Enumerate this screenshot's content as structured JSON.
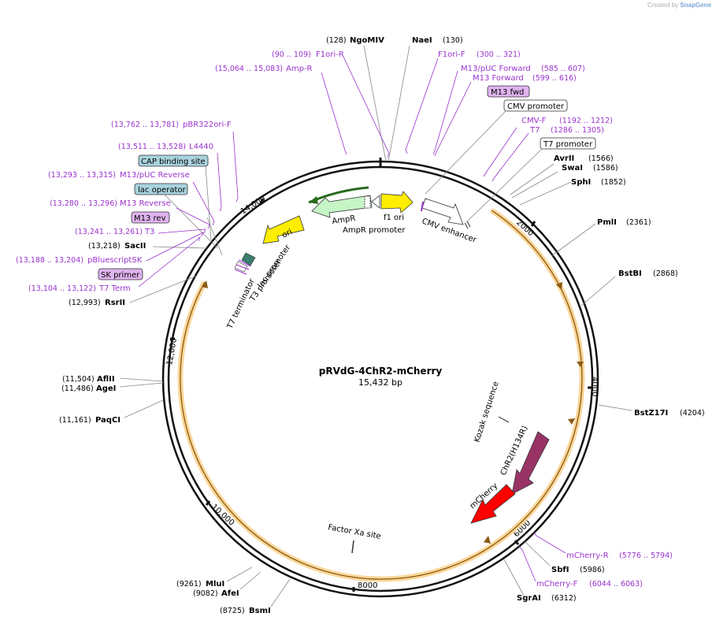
{
  "credit": {
    "created_by": "Created by",
    "brand": "SnapGene"
  },
  "plasmid": {
    "name": "pRVdG-4ChR2-mCherry",
    "size": "15,432 bp"
  },
  "colors": {
    "primer": "#9933cc",
    "enzyme": "#222222",
    "orf": "#f5a623",
    "ampr": "#c6f5c6",
    "ori": "#ffee00",
    "chr2": "#993366",
    "mcherry": "#ff0000",
    "lac_operator": "#a9d3df",
    "cap_site": "#a9d3df",
    "m13_box": "#e0b3f0"
  },
  "ticks": [
    "2000",
    "4000",
    "6000",
    "8000",
    "10,000",
    "12,000",
    "14,000"
  ],
  "sites": [
    {
      "id": "ngomiv",
      "pos": "(128)",
      "name": "NgoMIV"
    },
    {
      "id": "naei",
      "pos": "(130)",
      "name": "NaeI"
    },
    {
      "id": "avrii",
      "pos": "(1566)",
      "name": "AvrII"
    },
    {
      "id": "swai",
      "pos": "(1586)",
      "name": "SwaI"
    },
    {
      "id": "sphi",
      "pos": "(1852)",
      "name": "SphI"
    },
    {
      "id": "pmli",
      "pos": "(2361)",
      "name": "PmlI"
    },
    {
      "id": "bstbi",
      "pos": "(2868)",
      "name": "BstBI"
    },
    {
      "id": "bstz17i",
      "pos": "(4204)",
      "name": "BstZ17I"
    },
    {
      "id": "sbfi",
      "pos": "(5986)",
      "name": "SbfI"
    },
    {
      "id": "sgrai",
      "pos": "(6312)",
      "name": "SgrAI"
    },
    {
      "id": "bsmi",
      "pos": "(8725)",
      "name": "BsmI"
    },
    {
      "id": "afei",
      "pos": "(9082)",
      "name": "AfeI"
    },
    {
      "id": "mlui",
      "pos": "(9261)",
      "name": "MluI"
    },
    {
      "id": "paqci",
      "pos": "(11,161)",
      "name": "PaqCI"
    },
    {
      "id": "agei",
      "pos": "(11,486)",
      "name": "AgeI"
    },
    {
      "id": "aflii",
      "pos": "(11,504)",
      "name": "AflII"
    },
    {
      "id": "rsrii",
      "pos": "(12,993)",
      "name": "RsrII"
    },
    {
      "id": "sacii",
      "pos": "(13,218)",
      "name": "SacII"
    }
  ],
  "primers": [
    {
      "id": "f1ori_r",
      "pos": "(90 .. 109)",
      "name": "F1ori-R"
    },
    {
      "id": "amp_r",
      "pos": "(15,064 .. 15,083)",
      "name": "Amp-R"
    },
    {
      "id": "f1ori_f",
      "pos": "(300 .. 321)",
      "name": "F1ori-F"
    },
    {
      "id": "m13puc_fwd",
      "pos": "(585 .. 607)",
      "name": "M13/pUC Forward"
    },
    {
      "id": "m13_fwd",
      "pos": "(599 .. 616)",
      "name": "M13 Forward"
    },
    {
      "id": "cmv_f",
      "pos": "(1192 .. 1212)",
      "name": "CMV-F"
    },
    {
      "id": "t7",
      "pos": "(1286 .. 1305)",
      "name": "T7"
    },
    {
      "id": "pbr322",
      "pos": "(13,762 .. 13,781)",
      "name": "pBR322ori-F"
    },
    {
      "id": "l4440",
      "pos": "(13,511 .. 13,528)",
      "name": "L4440"
    },
    {
      "id": "m13puc_rev",
      "pos": "(13,293 .. 13,315)",
      "name": "M13/pUC Reverse"
    },
    {
      "id": "m13_rev_p",
      "pos": "(13,280 .. 13,296)",
      "name": "M13 Reverse"
    },
    {
      "id": "t3",
      "pos": "(13,241 .. 13,261)",
      "name": "T3"
    },
    {
      "id": "pbluescript",
      "pos": "(13,188 .. 13,204)",
      "name": "pBluescriptSK"
    },
    {
      "id": "t7term",
      "pos": "(13,104 .. 13,122)",
      "name": "T7 Term"
    },
    {
      "id": "mcherry_r",
      "pos": "(5776 .. 5794)",
      "name": "mCherry-R"
    },
    {
      "id": "mcherry_f",
      "pos": "(6044 .. 6063)",
      "name": "mCherry-F"
    }
  ],
  "boxes": {
    "m13_fwd_box": "M13 fwd",
    "cmv_promoter_box": "CMV promoter",
    "t7_promoter_box": "T7 promoter",
    "cap_box": "CAP binding site",
    "lac_op_box": "lac operator",
    "m13_rev_box": "M13 rev",
    "sk_primer_box": "SK primer"
  },
  "features": {
    "ori": "ori",
    "ampr": "AmpR",
    "ampr_promoter": "AmpR promoter",
    "f1ori": "f1 ori",
    "cmv_enhancer": "CMV enhancer",
    "lac_promoter": "lac promoter",
    "t3_promoter": "T3 promoter",
    "t7_terminator": "T7 terminator",
    "kozak": "Kozak sequence",
    "chr2": "ChR2(H134R)",
    "mcherry": "mCherry",
    "factor_xa": "Factor Xa site"
  }
}
